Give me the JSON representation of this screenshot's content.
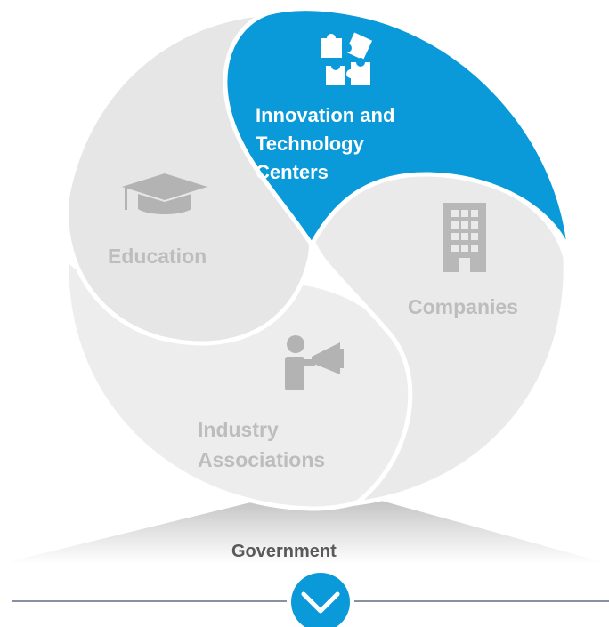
{
  "diagram": {
    "segments": [
      {
        "id": "innovation",
        "label_lines": [
          "Innovation and",
          "Technology",
          "Centers"
        ],
        "icon": "puzzle-icon",
        "color": "#0a9ad9",
        "highlighted": true
      },
      {
        "id": "education",
        "label_lines": [
          "Education"
        ],
        "icon": "graduation-cap-icon",
        "color": "#e6e6e6",
        "highlighted": false
      },
      {
        "id": "companies",
        "label_lines": [
          "Companies"
        ],
        "icon": "office-building-icon",
        "color": "#eaeaea",
        "highlighted": false
      },
      {
        "id": "industry",
        "label_lines": [
          "Industry",
          "Associations"
        ],
        "icon": "megaphone-person-icon",
        "color": "#ededed",
        "highlighted": false
      }
    ],
    "base": {
      "label": "Government",
      "color": "#d9d9d9"
    },
    "footer": {
      "button_icon": "chevron-down-icon",
      "button_color": "#0a9ad9",
      "line_color": "#8a8fa3"
    }
  }
}
